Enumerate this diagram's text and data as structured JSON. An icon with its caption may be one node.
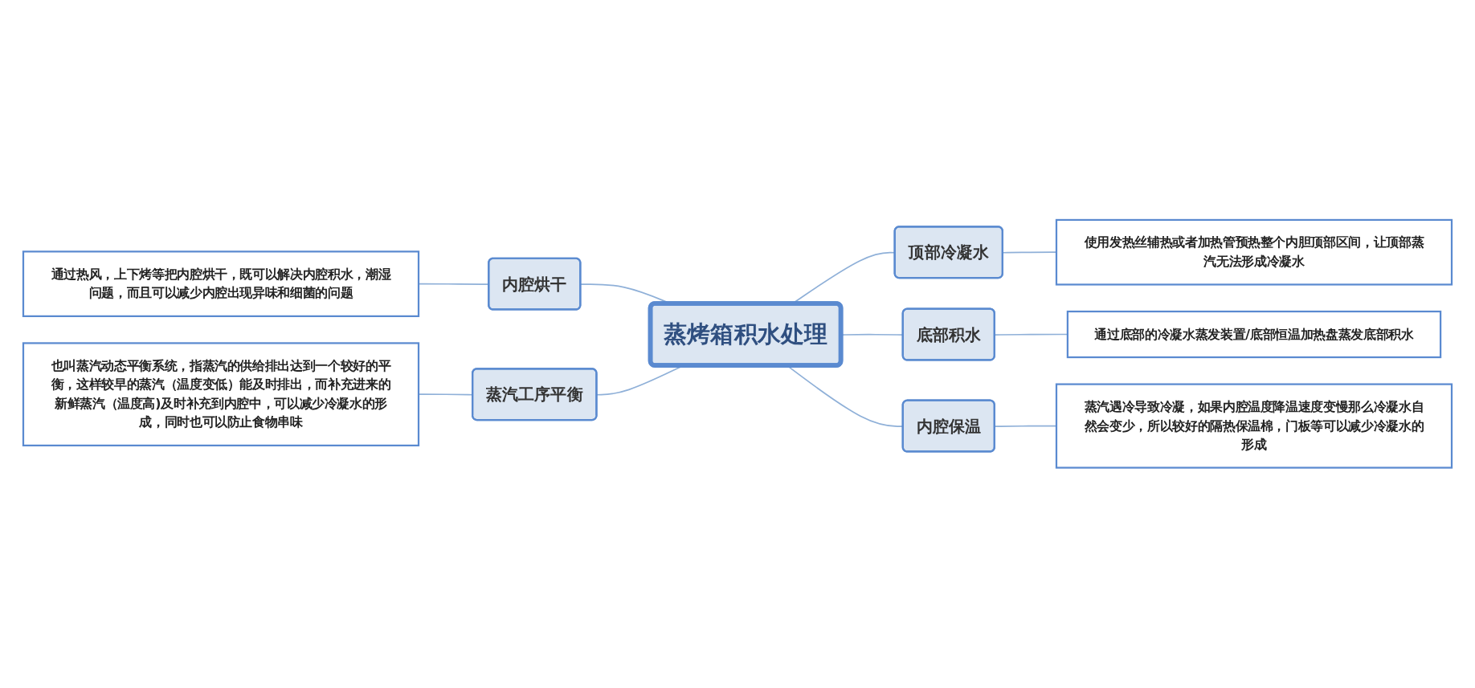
{
  "diagram": {
    "nodes": [
      {
        "text": [
          "蒸烤箱积水处理"
        ]
      },
      {
        "text": [
          "顶部冷凝水"
        ]
      },
      {
        "text": [
          "使用发热丝辅热或者加热管预热整个内胆顶部区间，让顶部蒸汽无法形成冷凝水"
        ]
      },
      {
        "text": [
          "底部积水"
        ]
      },
      {
        "text": [
          "通过底部的冷凝水蒸发装置/底部恒温加热盘蒸发底部积水"
        ]
      },
      {
        "text": [
          "内腔保温"
        ]
      },
      {
        "text": [
          "蒸汽遇冷导致冷凝，如果内腔温度降温速度变慢那么冷凝水自然会变少，所以较好的隔热保温棉，门板等可以减少冷凝水的形成"
        ]
      },
      {
        "text": [
          "内腔烘干"
        ]
      },
      {
        "text": [
          "通过热风，上下烤等把内腔烘干，既可以解决内腔积水，潮湿问题，而且可以减少内腔出现异味和细菌的问题"
        ]
      },
      {
        "text": [
          "蒸汽工序平衡"
        ]
      },
      {
        "text": [
          "也叫蒸汽动态平衡系统，指蒸汽的供给排出达到一个较好的平衡，这样较早的蒸汽（温度变低）能及时排出，而补充进来的新鲜蒸汽（温度高)及时补充到内腔中，可以减少冷凝水的形成，同时也可以防止食物串味"
        ]
      }
    ],
    "edges": [
      {
        "from": 0,
        "to": 1,
        "arrow": "none"
      },
      {
        "from": 1,
        "to": 2,
        "arrow": "none"
      },
      {
        "from": 0,
        "to": 3,
        "arrow": "none"
      },
      {
        "from": 3,
        "to": 4,
        "arrow": "none"
      },
      {
        "from": 0,
        "to": 5,
        "arrow": "none"
      },
      {
        "from": 5,
        "to": 6,
        "arrow": "none"
      },
      {
        "from": 7,
        "to": 0,
        "arrow": "none"
      },
      {
        "from": 8,
        "to": 7,
        "arrow": "none"
      },
      {
        "from": 9,
        "to": 0,
        "arrow": "none"
      },
      {
        "from": 10,
        "to": 9,
        "arrow": "none"
      }
    ]
  }
}
